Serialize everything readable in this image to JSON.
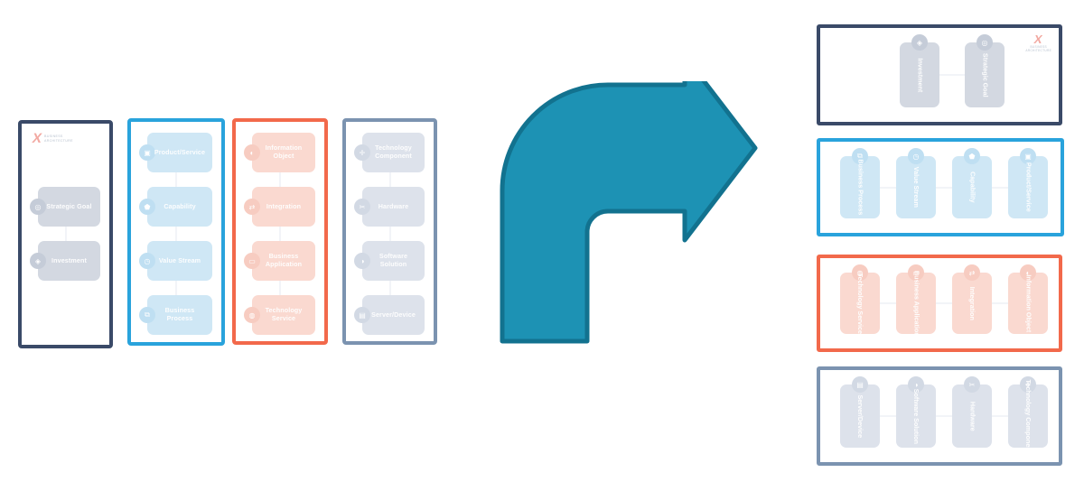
{
  "brand": {
    "mark": "X",
    "line1": "BUSINESS",
    "line2": "ARCHITECTURE"
  },
  "colors": {
    "navy": "#3A4A68",
    "blue": "#29A3DC",
    "coral": "#F2694B",
    "slate": "#7B93B0",
    "card_navy": "#D3D8E1",
    "card_blue": "#CFE7F5",
    "card_coral": "#FAD9D0",
    "card_slate": "#DDE2EB",
    "badge_navy": "#C5CCD8",
    "badge_blue": "#BFDFF2",
    "badge_coral": "#F7CCC1",
    "badge_slate": "#D2D9E4",
    "arrow_fill": "#1D92B4",
    "arrow_stroke": "#12728F",
    "connector": "#E6EAF0",
    "background": "#FFFFFF"
  },
  "arrow": {
    "name": "curved-right-arrow",
    "direction": "up-then-right",
    "fill": "#1D92B4",
    "stroke": "#12728F"
  },
  "left_view": {
    "title": "vertical-layer-columns",
    "columns": [
      {
        "id": "strategy",
        "border_color": "#3A4A68",
        "card_color": "#D3D8E1",
        "badge_color": "#C5CCD8",
        "has_logo": true,
        "cards": [
          {
            "label": "Strategic Goal",
            "icon": "target-icon",
            "glyph": "◎"
          },
          {
            "label": "Investment",
            "icon": "diamond-icon",
            "glyph": "◈"
          }
        ]
      },
      {
        "id": "business",
        "border_color": "#29A3DC",
        "card_color": "#CFE7F5",
        "badge_color": "#BFDFF2",
        "has_logo": false,
        "cards": [
          {
            "label": "Product/Service",
            "icon": "box-icon",
            "glyph": "▣"
          },
          {
            "label": "Capability",
            "icon": "shield-icon",
            "glyph": "⬟"
          },
          {
            "label": "Value Stream",
            "icon": "flow-icon",
            "glyph": "◷"
          },
          {
            "label": "Business Process",
            "icon": "process-icon",
            "glyph": "⧉"
          }
        ]
      },
      {
        "id": "information",
        "border_color": "#F2694B",
        "card_color": "#FAD9D0",
        "badge_color": "#F7CCC1",
        "has_logo": false,
        "cards": [
          {
            "label": "Information Object",
            "icon": "document-icon",
            "glyph": "◐"
          },
          {
            "label": "Integration",
            "icon": "link-icon",
            "glyph": "⇄"
          },
          {
            "label": "Business Application",
            "icon": "app-icon",
            "glyph": "▭"
          },
          {
            "label": "Technology Service",
            "icon": "service-icon",
            "glyph": "◍"
          }
        ]
      },
      {
        "id": "technology",
        "border_color": "#7B93B0",
        "card_color": "#DDE2EB",
        "badge_color": "#D2D9E4",
        "has_logo": false,
        "cards": [
          {
            "label": "Technology Component",
            "icon": "plus-icon",
            "glyph": "✛"
          },
          {
            "label": "Hardware",
            "icon": "wrench-icon",
            "glyph": "✂"
          },
          {
            "label": "Software Solution",
            "icon": "disc-icon",
            "glyph": "◑"
          },
          {
            "label": "Server/Device",
            "icon": "server-icon",
            "glyph": "▤"
          }
        ]
      }
    ]
  },
  "right_view": {
    "title": "horizontal-layer-panels",
    "panels": [
      {
        "id": "strategy",
        "border_color": "#3A4A68",
        "card_color": "#D3D8E1",
        "badge_color": "#C5CCD8",
        "has_logo": true,
        "cards": [
          {
            "label": "Investment",
            "icon": "diamond-icon",
            "glyph": "◈"
          },
          {
            "label": "Strategic Goal",
            "icon": "target-icon",
            "glyph": "◎"
          }
        ]
      },
      {
        "id": "business",
        "border_color": "#29A3DC",
        "card_color": "#CFE7F5",
        "badge_color": "#BFDFF2",
        "has_logo": false,
        "cards": [
          {
            "label": "Business Process",
            "icon": "process-icon",
            "glyph": "⧉"
          },
          {
            "label": "Value Stream",
            "icon": "flow-icon",
            "glyph": "◷"
          },
          {
            "label": "Capability",
            "icon": "shield-icon",
            "glyph": "⬟"
          },
          {
            "label": "Product/Service",
            "icon": "box-icon",
            "glyph": "▣"
          }
        ]
      },
      {
        "id": "information",
        "border_color": "#F2694B",
        "card_color": "#FAD9D0",
        "badge_color": "#F7CCC1",
        "has_logo": false,
        "cards": [
          {
            "label": "Technology Service",
            "icon": "service-icon",
            "glyph": "◍"
          },
          {
            "label": "Business Application",
            "icon": "app-icon",
            "glyph": "▭"
          },
          {
            "label": "Integration",
            "icon": "link-icon",
            "glyph": "⇄"
          },
          {
            "label": "Information Object",
            "icon": "document-icon",
            "glyph": "◐"
          }
        ]
      },
      {
        "id": "technology",
        "border_color": "#7B93B0",
        "card_color": "#DDE2EB",
        "badge_color": "#D2D9E4",
        "has_logo": false,
        "cards": [
          {
            "label": "Server/Device",
            "icon": "server-icon",
            "glyph": "▤"
          },
          {
            "label": "Software Solution",
            "icon": "disc-icon",
            "glyph": "◑"
          },
          {
            "label": "Hardware",
            "icon": "wrench-icon",
            "glyph": "✂"
          },
          {
            "label": "Technology Component",
            "icon": "plus-icon",
            "glyph": "✛"
          }
        ]
      }
    ]
  }
}
